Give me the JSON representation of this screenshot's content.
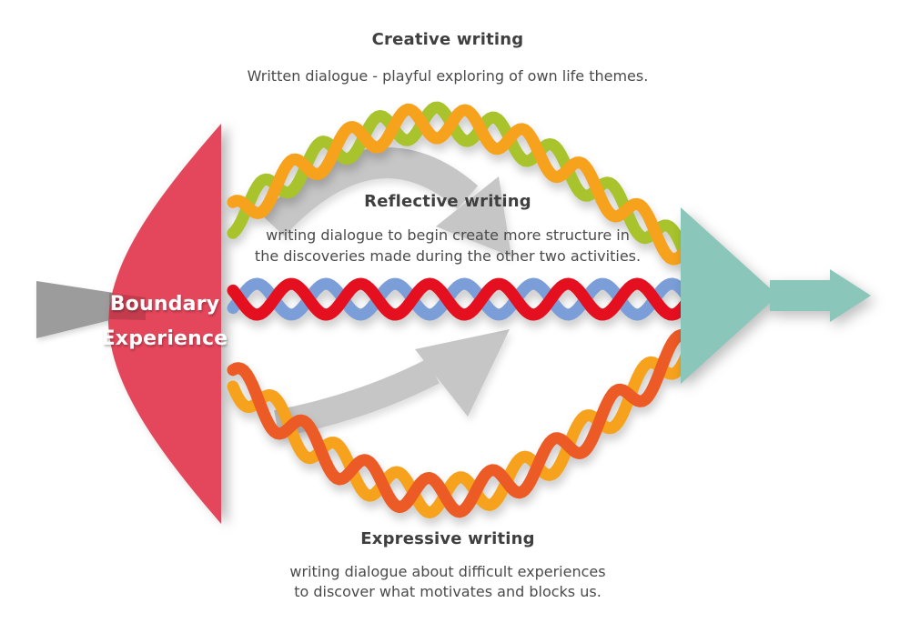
{
  "diagram": {
    "creative": {
      "title": "Creative writing",
      "description": "Written dialogue - playful exploring of own life themes."
    },
    "reflective": {
      "title": "Reflective writing",
      "description_line1": "writing dialogue to begin create more structure in",
      "description_line2": "the discoveries made during the other two activities."
    },
    "expressive": {
      "title": "Expressive writing",
      "description_line1": "writing dialogue about difficult experiences",
      "description_line2": "to discover what motivates and blocks us."
    },
    "boundary": {
      "line1": "Boundary",
      "line2": "Experience"
    },
    "colors": {
      "background": "#FFFFFF",
      "heading_text": "#3F3F3F",
      "body_text": "#4A4A4A",
      "boundary_text": "#FFFFFF",
      "lens_red": "#E4465B",
      "input_arrow_gray": "#9C9C9C",
      "process_arrow_gray": "#C6C6C6",
      "output_teal": "#8BC6BB",
      "ribbon_orange": "#F6A21D",
      "ribbon_green": "#A8C32B",
      "ribbon_red": "#E5101F",
      "ribbon_blue": "#7B9ED9",
      "ribbon_vermilion": "#EC5A26",
      "ribbon_yellow": "#F6A21D"
    }
  }
}
